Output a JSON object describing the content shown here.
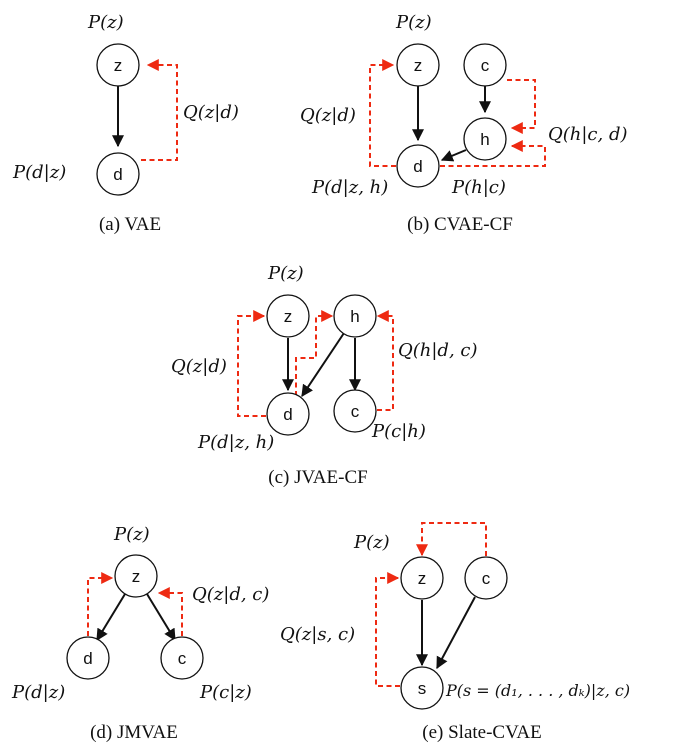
{
  "colors": {
    "generative": "#111111",
    "inference": "#ee2a12",
    "node_fill": "#ffffff"
  },
  "panels": {
    "vae": {
      "caption": "(a) VAE",
      "nodes": {
        "z": "z",
        "d": "d"
      },
      "labels": {
        "p_z": "P(z)",
        "p_d_z": "P(d|z)",
        "q_z_d": "Q(z|d)"
      }
    },
    "cvae_cf": {
      "caption": "(b) CVAE-CF",
      "nodes": {
        "z": "z",
        "c": "c",
        "h": "h",
        "d": "d"
      },
      "labels": {
        "p_z": "P(z)",
        "q_z_d": "Q(z|d)",
        "q_h_cd": "Q(h|c, d)",
        "p_d_zh": "P(d|z, h)",
        "p_h_c": "P(h|c)"
      }
    },
    "jvae_cf": {
      "caption": "(c) JVAE-CF",
      "nodes": {
        "z": "z",
        "h": "h",
        "d": "d",
        "c": "c"
      },
      "labels": {
        "p_z": "P(z)",
        "q_z_d": "Q(z|d)",
        "q_h_dc": "Q(h|d, c)",
        "p_d_zh": "P(d|z, h)",
        "p_c_h": "P(c|h)"
      }
    },
    "jmvae": {
      "caption": "(d) JMVAE",
      "nodes": {
        "z": "z",
        "d": "d",
        "c": "c"
      },
      "labels": {
        "p_z": "P(z)",
        "q_z_dc": "Q(z|d, c)",
        "p_d_z": "P(d|z)",
        "p_c_z": "P(c|z)"
      }
    },
    "slate_cvae": {
      "caption": "(e) Slate-CVAE",
      "nodes": {
        "z": "z",
        "c": "c",
        "s": "s"
      },
      "labels": {
        "p_z": "P(z)",
        "q_z_sc": "Q(z|s, c)",
        "p_s": "P(s = (d₁, . . . , dₖ)|z, c)"
      }
    }
  }
}
